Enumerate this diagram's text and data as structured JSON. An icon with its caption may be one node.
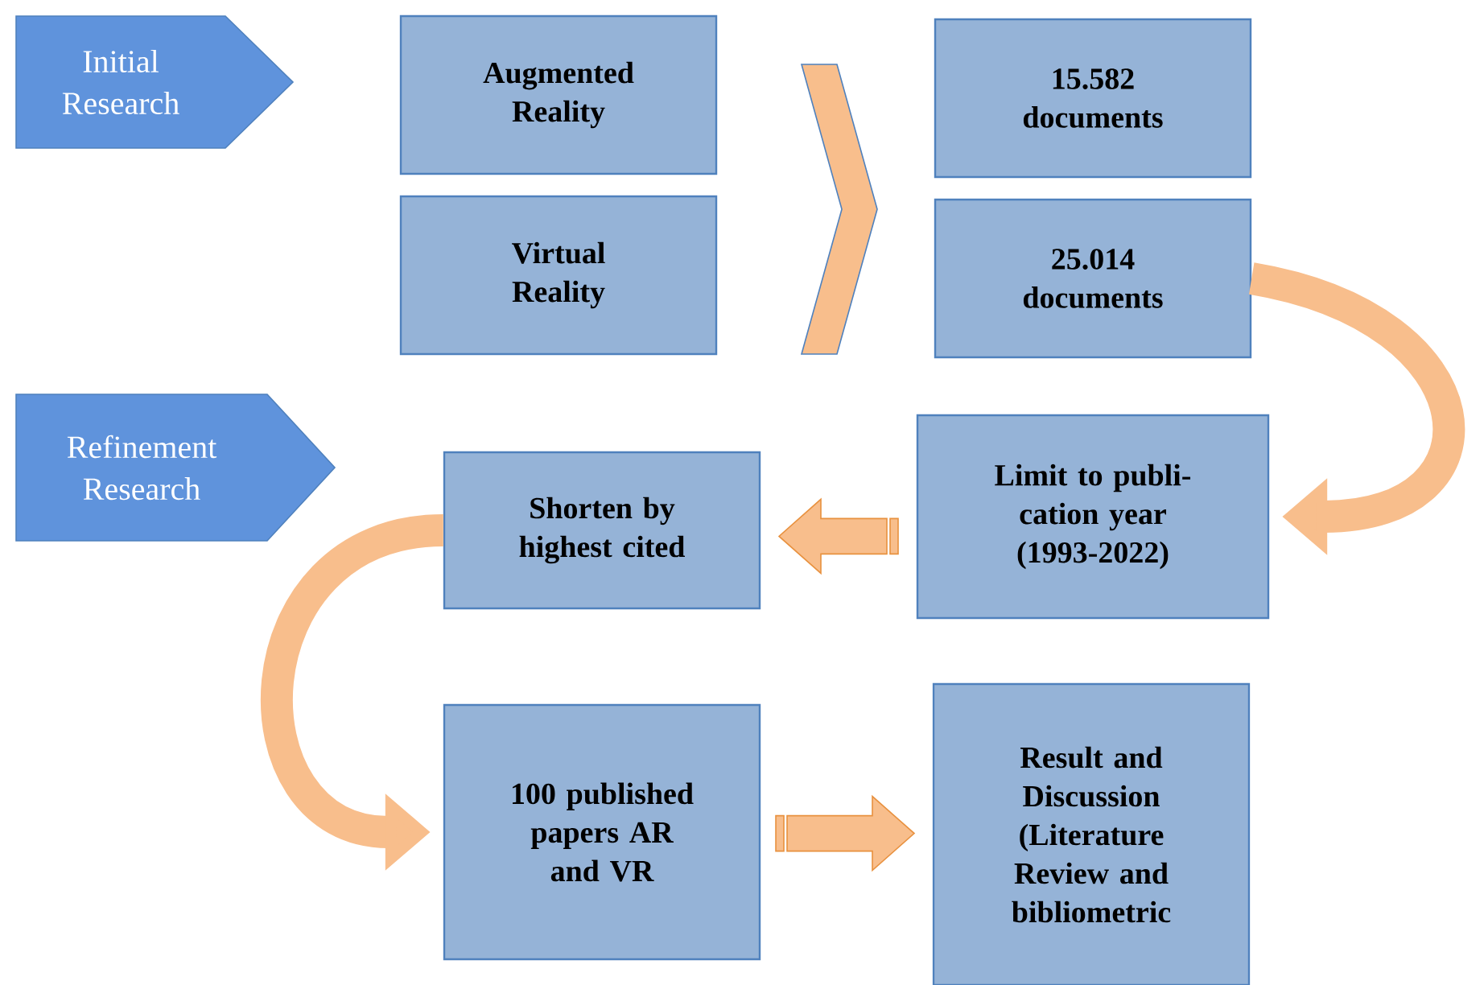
{
  "diagram": {
    "nodes": [
      {
        "text": [
          "Initial Research"
        ]
      },
      {
        "text": [
          "Augmented Reality"
        ]
      },
      {
        "text": [
          "Virtual Reality"
        ]
      },
      {
        "text": [
          "15.582 documents"
        ]
      },
      {
        "text": [
          "25.014 documents"
        ]
      },
      {
        "text": [
          "Refinement Research"
        ]
      },
      {
        "text": [
          "Limit to publi- cation year (1993-2022)"
        ]
      },
      {
        "text": [
          "Shorten by highest cited"
        ]
      },
      {
        "text": [
          "100 published papers AR and VR"
        ]
      },
      {
        "text": [
          "Result and Discussion (Literature Review and bibliometric"
        ]
      }
    ],
    "edges": [
      {
        "from": 1,
        "to": 3,
        "arrow": "to"
      },
      {
        "from": 2,
        "to": 4,
        "arrow": "to"
      },
      {
        "from": 4,
        "to": 6,
        "arrow": "to"
      },
      {
        "from": 6,
        "to": 7,
        "arrow": "to"
      },
      {
        "from": 7,
        "to": 8,
        "arrow": "to"
      },
      {
        "from": 8,
        "to": 9,
        "arrow": "to"
      }
    ]
  }
}
